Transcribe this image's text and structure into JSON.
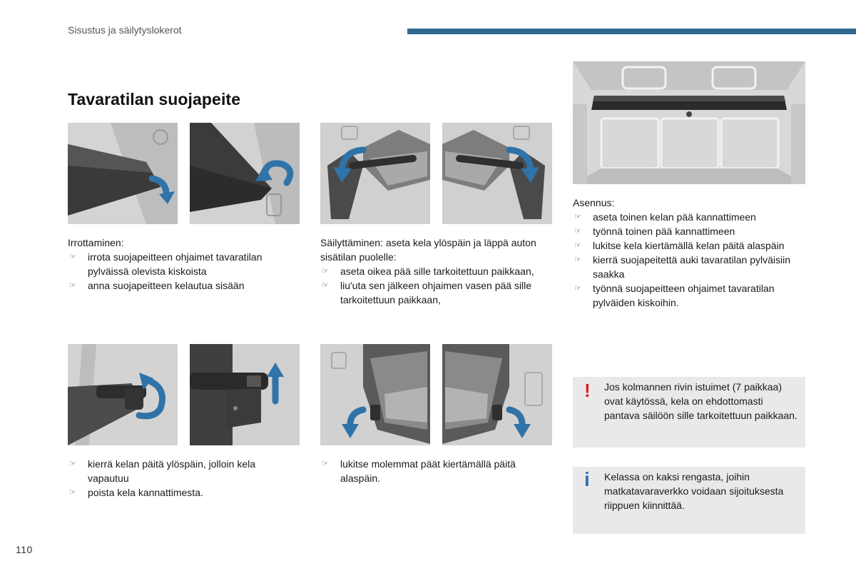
{
  "header": {
    "title": "Sisustus ja säilytyslokerot"
  },
  "page": {
    "heading": "Tavaratilan suojapeite",
    "number": "110"
  },
  "colors": {
    "accent_blue": "#2e6a8f",
    "arrow_blue": "#2f73a8",
    "warning_red": "#e3152b",
    "info_blue": "#2b6fb5",
    "notice_bg": "#e9e9e9"
  },
  "removal": {
    "intro": "Irrottaminen:",
    "items": [
      "irrota suojapeitteen ohjaimet tavaratilan pylväissä olevista kiskoista",
      "anna suojapeitteen kelautua sisään"
    ],
    "items2": [
      "kierrä kelan päitä ylöspäin, jolloin kela vapautuu",
      "poista kela kannattimesta."
    ]
  },
  "storage": {
    "intro": "Säilyttäminen: aseta kela ylöspäin ja läppä auton sisätilan puolelle:",
    "items": [
      "aseta oikea pää sille tarkoitettuun paikkaan,",
      "liu'uta sen jälkeen ohjaimen vasen pää sille tarkoitettuun paikkaan,"
    ],
    "items2": [
      "lukitse molemmat päät kiertämällä päitä alaspäin."
    ]
  },
  "installation": {
    "intro": "Asennus:",
    "items": [
      "aseta toinen kelan pää kannattimeen",
      "työnnä toinen pää kannattimeen",
      "lukitse kela kiertämällä kelan päitä alaspäin",
      "kierrä suojapeitettä auki tavaratilan pylväisiin saakka",
      "työnnä suojapeitteen ohjaimet tavaratilan pylväiden kiskoihin."
    ]
  },
  "warning": {
    "icon": "!",
    "text": "Jos kolmannen rivin istuimet (7 paikkaa) ovat käytössä, kela on ehdottomasti pantava säilöön sille tarkoitettuun paikkaan."
  },
  "info": {
    "icon": "i",
    "text": "Kelassa on kaksi rengasta, joihin matkatavaraverkko voidaan sijoituksesta riippuen kiinnittää."
  },
  "bullet_glyph": "☞"
}
